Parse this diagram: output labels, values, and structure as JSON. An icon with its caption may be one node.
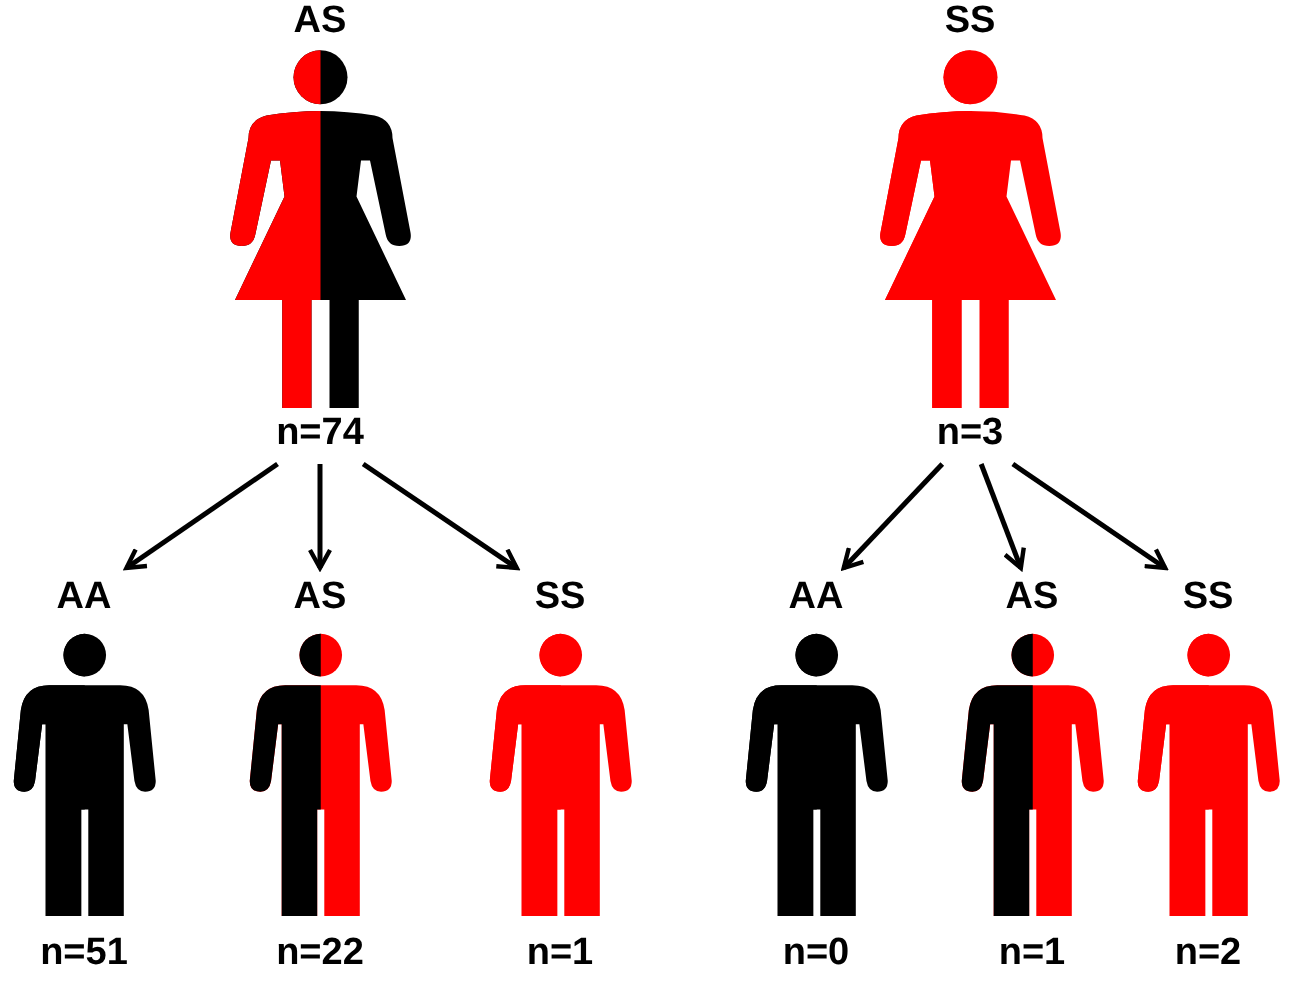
{
  "diagram": {
    "nodes": [
      {
        "text": [
          "AS",
          "n=74"
        ]
      },
      {
        "text": [
          "SS",
          "n=3"
        ]
      },
      {
        "text": [
          "AA",
          "n=51"
        ]
      },
      {
        "text": [
          "AS",
          "n=22"
        ]
      },
      {
        "text": [
          "SS",
          "n=1"
        ]
      },
      {
        "text": [
          "AA",
          "n=0"
        ]
      },
      {
        "text": [
          "AS",
          "n=1"
        ]
      },
      {
        "text": [
          "SS",
          "n=2"
        ]
      }
    ],
    "edges": [
      {
        "from": 0,
        "to": 2,
        "arrow": "to"
      },
      {
        "from": 0,
        "to": 3,
        "arrow": "to"
      },
      {
        "from": 0,
        "to": 4,
        "arrow": "to"
      },
      {
        "from": 1,
        "to": 5,
        "arrow": "to"
      },
      {
        "from": 1,
        "to": 6,
        "arrow": "to"
      },
      {
        "from": 1,
        "to": 7,
        "arrow": "to"
      }
    ]
  }
}
